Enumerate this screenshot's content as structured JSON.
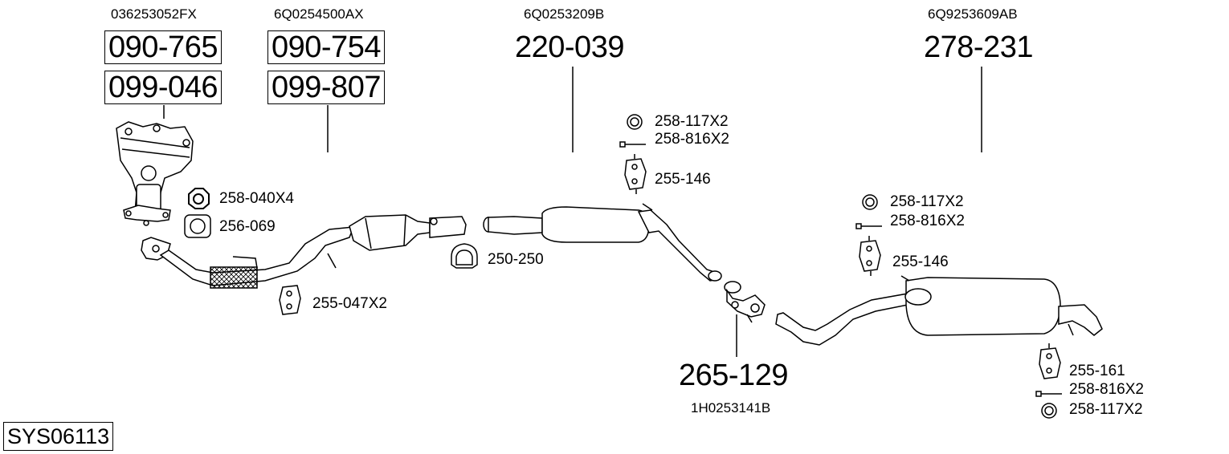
{
  "system_code": "SYS06113",
  "groups": [
    {
      "oem": "036253052FX",
      "parts": [
        "090-765",
        "099-046"
      ]
    },
    {
      "oem": "6Q0254500AX",
      "parts": [
        "090-754",
        "099-807"
      ]
    },
    {
      "oem": "6Q0253209B",
      "parts": [
        "220-039"
      ]
    },
    {
      "oem": "6Q9253609AB",
      "parts": [
        "278-231"
      ]
    },
    {
      "oem": "1H0253141B",
      "parts": [
        "265-129"
      ]
    }
  ],
  "accessories": [
    {
      "label": "258-040X4",
      "icon": "nut-icon"
    },
    {
      "label": "256-069",
      "icon": "gasket-icon"
    },
    {
      "label": "255-047X2",
      "icon": "rubber-hanger-icon"
    },
    {
      "label": "250-250",
      "icon": "clamp-icon"
    },
    {
      "label": "258-117X2",
      "icon": "ring-icon"
    },
    {
      "label": "258-816X2",
      "icon": "bolt-icon"
    },
    {
      "label": "255-146",
      "icon": "rubber-hanger-icon"
    },
    {
      "label": "258-117X2",
      "icon": "ring-icon"
    },
    {
      "label": "258-816X2",
      "icon": "bolt-icon"
    },
    {
      "label": "255-146",
      "icon": "rubber-hanger-icon"
    },
    {
      "label": "255-161",
      "icon": "rubber-hanger-icon"
    },
    {
      "label": "258-816X2",
      "icon": "bolt-icon"
    },
    {
      "label": "258-117X2",
      "icon": "ring-icon"
    }
  ]
}
